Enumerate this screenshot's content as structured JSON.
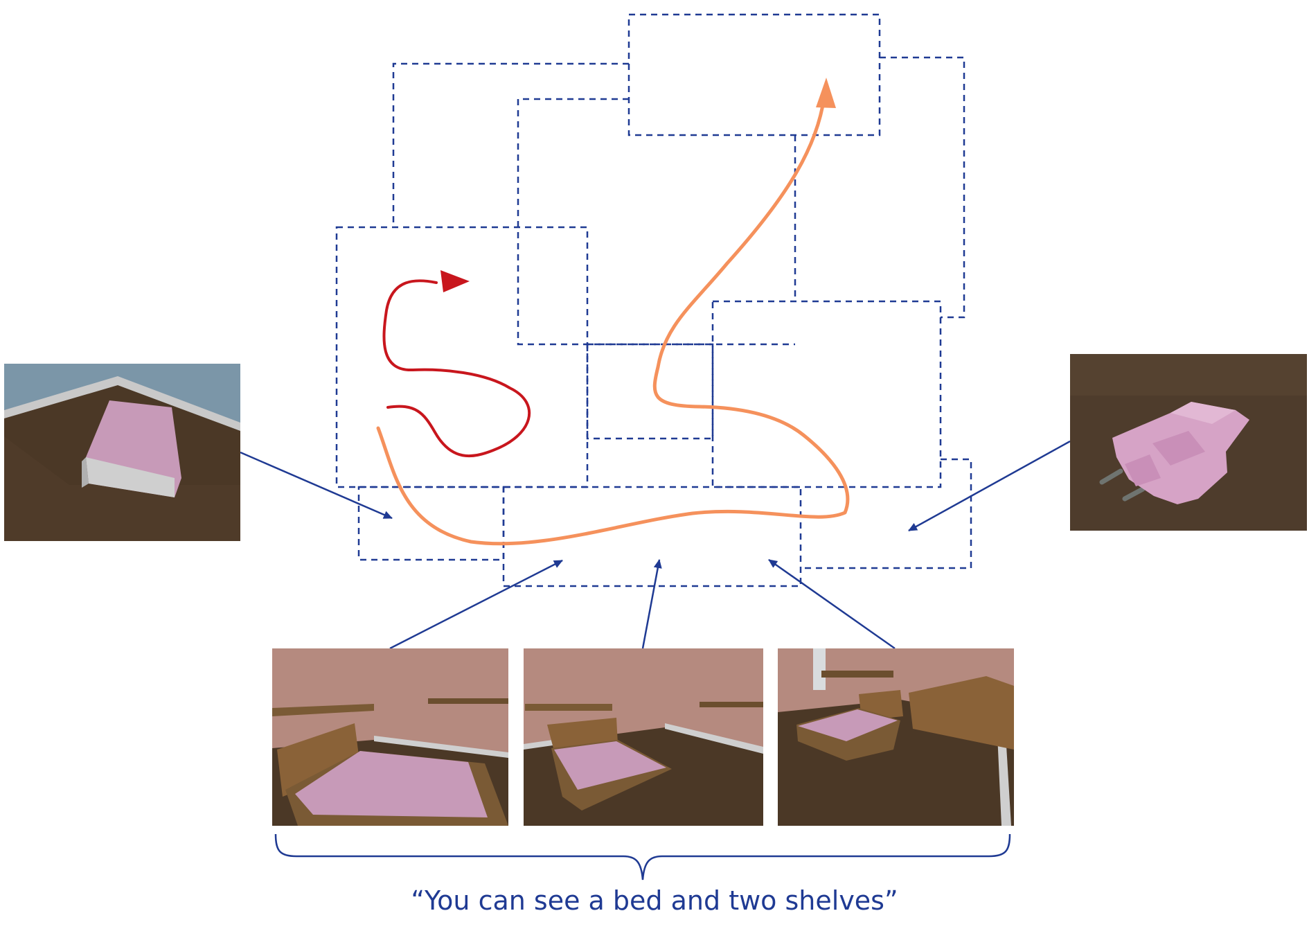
{
  "caption": "“You can see a bed and two shelves”",
  "colors": {
    "room_outline": "#1f3a93",
    "pointer": "#1f3a93",
    "path_short": "#c8161d",
    "path_long": "#f5915c",
    "wall_pink": "#b58a7f",
    "floor_brown": "#4b3826",
    "furniture_pink": "#c79ab8",
    "wood": "#7a5a35",
    "sky_blue": "#7b96a8"
  },
  "thumbnails": [
    {
      "name": "book-on-floor-view",
      "depicts": "pink book on dark wooden floor"
    },
    {
      "name": "pink-object-view",
      "depicts": "pink blocky object on dark floor"
    },
    {
      "name": "bed-view-1",
      "depicts": "bed and shelves in pink room"
    },
    {
      "name": "bed-view-2",
      "depicts": "bed and shelves in pink room"
    },
    {
      "name": "bed-view-3",
      "depicts": "bed, shelf and table in pink room"
    }
  ]
}
